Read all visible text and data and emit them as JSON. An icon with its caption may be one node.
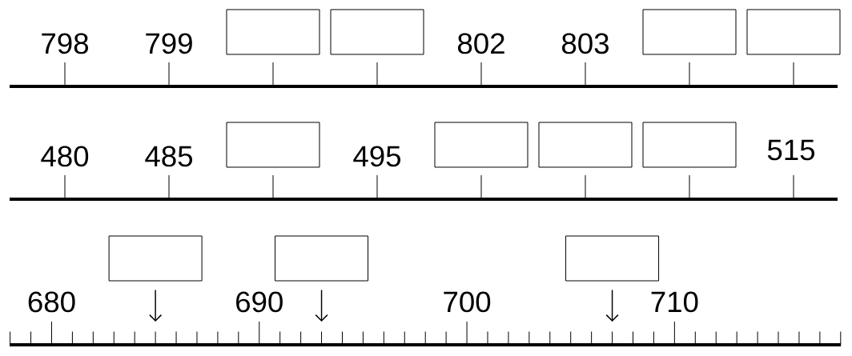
{
  "diagram": {
    "nodes": [
      {
        "text": [],
        "shape": "box"
      },
      {
        "text": [],
        "shape": "box"
      },
      {
        "text": [],
        "shape": "box"
      },
      {
        "text": [],
        "shape": "box"
      },
      {
        "text": [],
        "shape": "box"
      },
      {
        "text": [],
        "shape": "box"
      },
      {
        "text": [],
        "shape": "box"
      },
      {
        "text": [],
        "shape": "box"
      },
      {
        "text": [],
        "shape": "box"
      },
      {
        "text": [],
        "shape": "box"
      },
      {
        "text": [],
        "shape": "box"
      }
    ],
    "edges": [
      {
        "from": 8,
        "to": null,
        "arrow": "to"
      },
      {
        "from": 9,
        "to": null,
        "arrow": "to"
      },
      {
        "from": 10,
        "to": null,
        "arrow": "to"
      }
    ],
    "labels": [
      "798",
      "799",
      "802",
      "803",
      "480",
      "485",
      "495",
      "515",
      "680",
      "690",
      "700",
      "710"
    ]
  }
}
